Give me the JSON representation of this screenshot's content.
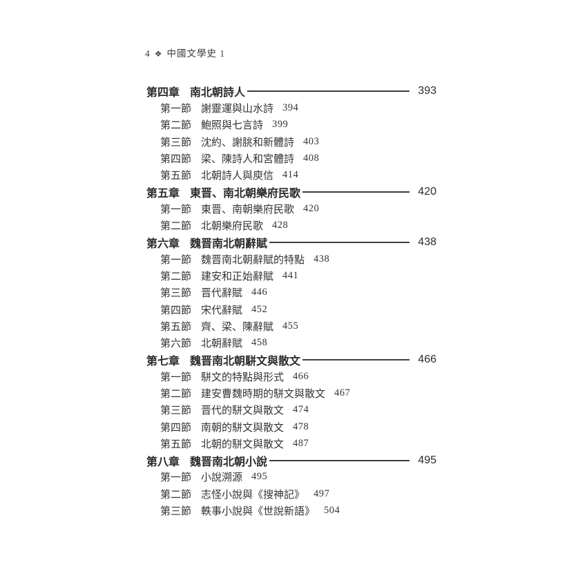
{
  "colors": {
    "ink": "#2e2e2e",
    "leader_line": "#3d3d3d",
    "background": "#ffffff"
  },
  "header": {
    "page_number": "4",
    "ornament_icon": "❖",
    "book_title": "中國文學史 1"
  },
  "toc": {
    "chapters": [
      {
        "label": "第四章",
        "title": "南北朝詩人",
        "page": "393",
        "sections": [
          {
            "label": "第一節",
            "title": "謝靈運與山水詩",
            "page": "394"
          },
          {
            "label": "第二節",
            "title": "鮑照與七言詩",
            "page": "399"
          },
          {
            "label": "第三節",
            "title": "沈約、謝朓和新體詩",
            "page": "403"
          },
          {
            "label": "第四節",
            "title": "梁、陳詩人和宮體詩",
            "page": "408"
          },
          {
            "label": "第五節",
            "title": "北朝詩人與庾信",
            "page": "414"
          }
        ]
      },
      {
        "label": "第五章",
        "title": "東晋、南北朝樂府民歌",
        "page": "420",
        "sections": [
          {
            "label": "第一節",
            "title": "東晋、南朝樂府民歌",
            "page": "420"
          },
          {
            "label": "第二節",
            "title": "北朝樂府民歌",
            "page": "428"
          }
        ]
      },
      {
        "label": "第六章",
        "title": "魏晋南北朝辭賦",
        "page": "438",
        "sections": [
          {
            "label": "第一節",
            "title": "魏晋南北朝辭賦的特點",
            "page": "438"
          },
          {
            "label": "第二節",
            "title": "建安和正始辭賦",
            "page": "441"
          },
          {
            "label": "第三節",
            "title": "晋代辭賦",
            "page": "446"
          },
          {
            "label": "第四節",
            "title": "宋代辭賦",
            "page": "452"
          },
          {
            "label": "第五節",
            "title": "齊、梁、陳辭賦",
            "page": "455"
          },
          {
            "label": "第六節",
            "title": "北朝辭賦",
            "page": "458"
          }
        ]
      },
      {
        "label": "第七章",
        "title": "魏晋南北朝駢文與散文",
        "page": "466",
        "sections": [
          {
            "label": "第一節",
            "title": "駢文的特點與形式",
            "page": "466"
          },
          {
            "label": "第二節",
            "title": "建安曹魏時期的駢文與散文",
            "page": "467"
          },
          {
            "label": "第三節",
            "title": "晋代的駢文與散文",
            "page": "474"
          },
          {
            "label": "第四節",
            "title": "南朝的駢文與散文",
            "page": "478"
          },
          {
            "label": "第五節",
            "title": "北朝的駢文與散文",
            "page": "487"
          }
        ]
      },
      {
        "label": "第八章",
        "title": "魏晋南北朝小說",
        "page": "495",
        "sections": [
          {
            "label": "第一節",
            "title": "小說溯源",
            "page": "495"
          },
          {
            "label": "第二節",
            "title": "志怪小說與《搜神記》",
            "page": "497"
          },
          {
            "label": "第三節",
            "title": "軼事小說與《世說新語》",
            "page": "504"
          }
        ]
      }
    ]
  }
}
